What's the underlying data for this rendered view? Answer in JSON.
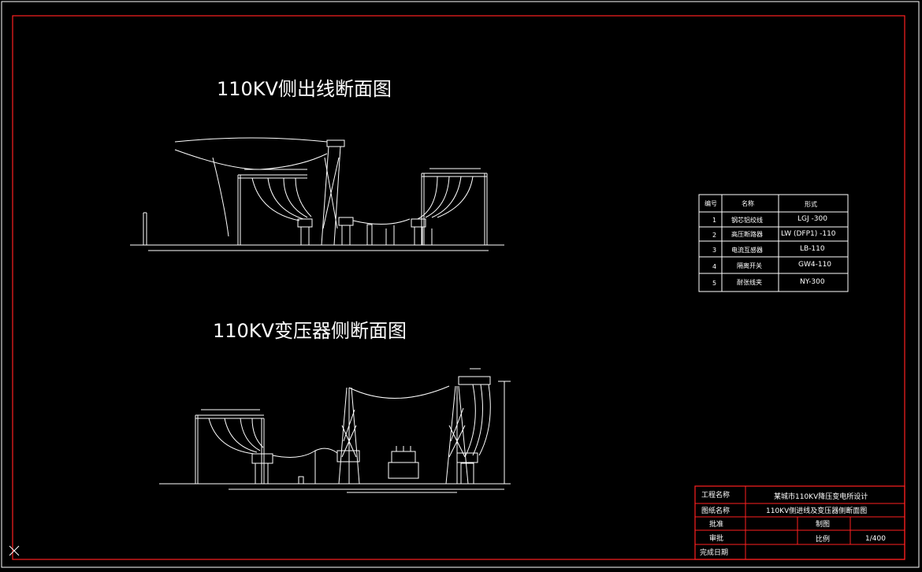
{
  "drawing": {
    "section_title_top": "110KV侧出线断面图",
    "section_title_bottom": "110KV变压器侧断面图",
    "frame_color": "#ff0000",
    "line_color": "#ffffff",
    "background": "#000000"
  },
  "legend_table": {
    "headers": [
      "编号",
      "名称",
      "形式"
    ],
    "rows": [
      {
        "no": "1",
        "name": "钢芯铝绞线",
        "model": "LGJ -300"
      },
      {
        "no": "2",
        "name": "高压断路器",
        "model": "LW (DFP1) -110"
      },
      {
        "no": "3",
        "name": "电流互感器",
        "model": "LB-110"
      },
      {
        "no": "4",
        "name": "隔离开关",
        "model": "GW4-110"
      },
      {
        "no": "5",
        "name": "耐张线夹",
        "model": "NY-300"
      }
    ]
  },
  "title_block": {
    "project_label": "工程名称",
    "project_value": "某城市110KV降压变电所设计",
    "drawing_label": "图纸名称",
    "drawing_value": "110KV侧进线及变压器侧断面图",
    "approve_label": "批准",
    "draw_label": "制图",
    "review_label": "审批",
    "scale_label": "比例",
    "scale_value": "1/400",
    "date_label": "完成日期"
  },
  "icons": [
    "axis-x-icon"
  ]
}
